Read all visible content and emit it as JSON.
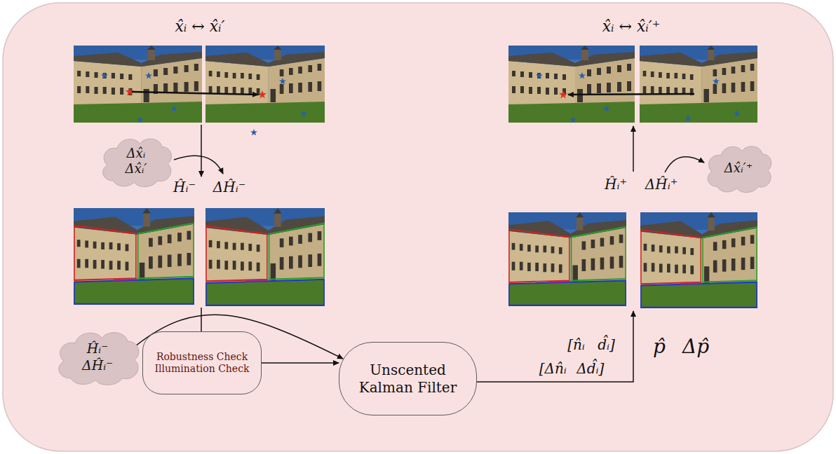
{
  "diagram": {
    "nodes": [
      {
        "text": [
          "Δx̂ᵢ",
          "Δx̂ᵢ′"
        ]
      },
      {
        "text": [
          "Ĥᵢ⁻",
          "ΔĤᵢ⁻"
        ]
      },
      {
        "text": [
          "Robustness Check",
          "Illumination Check"
        ]
      },
      {
        "text": [
          "Unscented Kalman Filter"
        ]
      },
      {
        "text": [
          "Δx̂ᵢ′⁺"
        ]
      }
    ],
    "edges": [
      {
        "from": 1,
        "to": 3,
        "arrow": "to"
      },
      {
        "from": 2,
        "to": 3,
        "arrow": "to"
      }
    ],
    "labels": [
      "x̂ᵢ ↔ x̂ᵢ′",
      "Ĥᵢ⁻",
      "ΔĤᵢ⁻",
      "[n̂ᵢ d̂ᵢ]",
      "[Δn̂ᵢ Δd̂ᵢ]",
      "p̂",
      "Δp̂",
      "Ĥᵢ⁺",
      "ΔĤᵢ⁺",
      "x̂ᵢ ↔ x̂ᵢ′⁺"
    ]
  }
}
